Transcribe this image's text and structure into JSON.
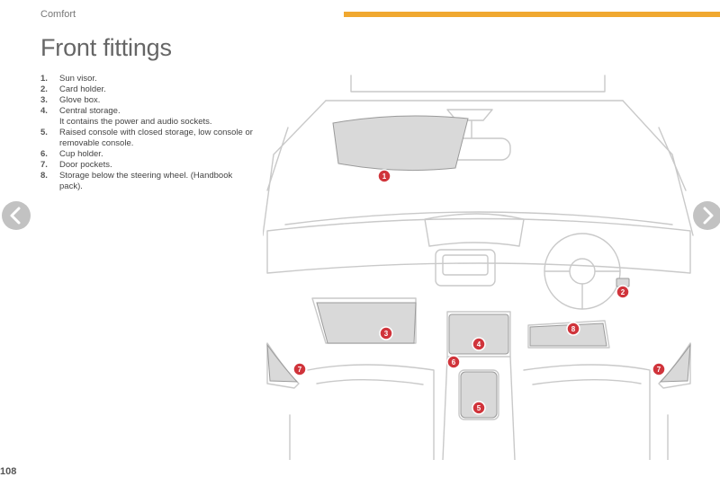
{
  "header": {
    "section": "Comfort",
    "accent_color": "#f0a830"
  },
  "title": "Front fittings",
  "items": [
    {
      "num": "1.",
      "text": "Sun visor."
    },
    {
      "num": "2.",
      "text": "Card holder."
    },
    {
      "num": "3.",
      "text": "Glove box."
    },
    {
      "num": "4.",
      "text": "Central storage.",
      "extra": "It contains the power and audio sockets."
    },
    {
      "num": "5.",
      "text": "Raised console with closed storage, low console or removable console."
    },
    {
      "num": "6.",
      "text": "Cup holder."
    },
    {
      "num": "7.",
      "text": "Door pockets."
    },
    {
      "num": "8.",
      "text": "Storage below the steering wheel. (Handbook pack)."
    }
  ],
  "markers": [
    "1",
    "2",
    "3",
    "4",
    "5",
    "6",
    "7",
    "7",
    "8"
  ],
  "marker_color": "#d0343b",
  "nav": {
    "prev_icon": "chevron-left-icon",
    "next_icon": "chevron-right-icon"
  },
  "page_number": "108"
}
